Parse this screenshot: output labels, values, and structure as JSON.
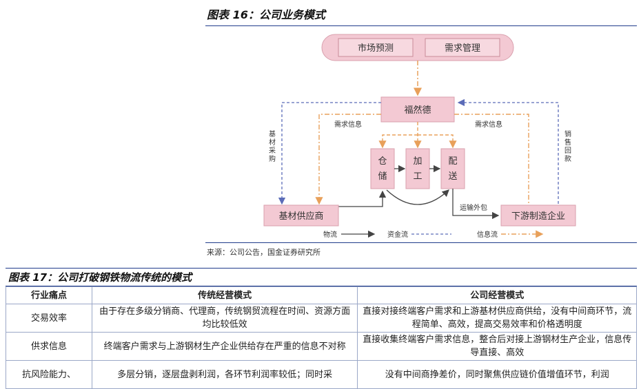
{
  "figure16": {
    "title": "图表 16：公司业务模式",
    "source": "来源：公司公告，国金证券研究所",
    "nodes": {
      "market_forecast": "市场预测",
      "demand_mgmt": "需求管理",
      "company": "福然德",
      "warehouse": [
        "仓",
        "储"
      ],
      "processing": [
        "加",
        "工"
      ],
      "delivery": [
        "配",
        "送"
      ],
      "supplier": "基材供应商",
      "manufacturer": "下游制造企业"
    },
    "labels": {
      "demand_info_left": "需求信息",
      "demand_info_right": "需求信息",
      "base_purchase": [
        "基",
        "材",
        "采",
        "购"
      ],
      "sales_payment": [
        "销",
        "售",
        "回",
        "款"
      ],
      "transport": "运输外包"
    },
    "legend": {
      "material": "物流",
      "capital": "资金流",
      "info": "信息流"
    },
    "colors": {
      "box_fill": "#f3c9d3",
      "box_stroke": "#d9a0ae",
      "capital_line": "#5b6cb8",
      "info_line": "#e8a05a",
      "material_line": "#444444"
    }
  },
  "figure17": {
    "title": "图表 17：公司打破钢铁物流传统的模式",
    "headers": [
      "行业痛点",
      "传统经营模式",
      "公司经营模式"
    ],
    "rows": [
      [
        "交易效率",
        "由于存在多级分销商、代理商，传统钢贸流程在时间、资源方面均比较低效",
        "直接对接终端客户需求和上游基材供应商供给，没有中间商环节，流程简单、高效，提高交易效率和价格透明度"
      ],
      [
        "供求信息",
        "终端客户需求与上游钢材生产企业供给存在严重的信息不对称",
        "直接收集终端客户需求信息，整合后对接上游钢材生产企业，信息传导直接、高效"
      ],
      [
        "抗风险能力、",
        "多层分销，逐层盘剥利润，各环节利润率较低；同时采",
        "没有中间商挣差价，同时聚焦供应链价值增值环节，利润"
      ]
    ]
  }
}
